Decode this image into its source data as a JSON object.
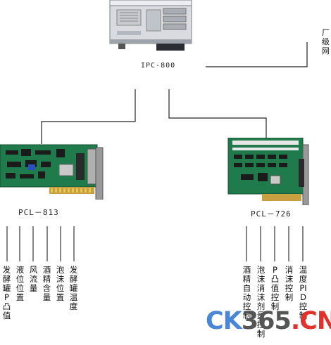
{
  "server": {
    "label": "IPC-800"
  },
  "factory_network": {
    "label": "厂级网"
  },
  "card_left": {
    "label": "PCL－813",
    "signals": [
      "发酵罐P凸值",
      "液位位置",
      "风流量",
      "酒精含量",
      "泡沫位置",
      "发酵罐温度"
    ]
  },
  "card_right": {
    "label": "PCL－726",
    "signals": [
      "酒精自动控制",
      "泡沫消沫剂量控制",
      "P凸值控制",
      "消沫控制",
      "温度PID控制"
    ]
  },
  "watermark": {
    "part1": "CK",
    "part2": "365",
    "part3": ".CN"
  },
  "colors": {
    "pcb_green": "#1f7a4c",
    "line": "#222222"
  }
}
